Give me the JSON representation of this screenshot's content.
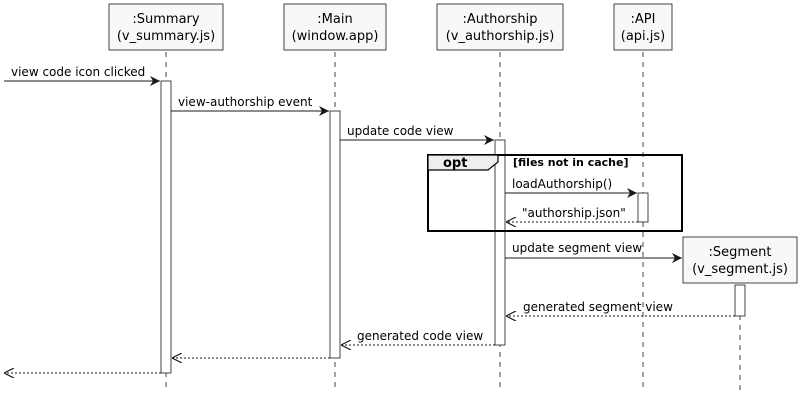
{
  "participants": {
    "summary": {
      "line1": ":Summary",
      "line2": "(v_summary.js)"
    },
    "main": {
      "line1": ":Main",
      "line2": "(window.app)"
    },
    "authorship": {
      "line1": ":Authorship",
      "line2": "(v_authorship.js)"
    },
    "api": {
      "line1": ":API",
      "line2": "(api.js)"
    },
    "segment": {
      "line1": ":Segment",
      "line2": "(v_segment.js)"
    }
  },
  "messages": {
    "view_code_icon_clicked": "view code icon clicked",
    "view_authorship_event": "view-authorship event",
    "update_code_view": "update code view",
    "load_authorship": "loadAuthorship()",
    "authorship_json": "\"authorship.json\"",
    "update_segment_view": "update segment view",
    "generated_segment_view": "generated segment view",
    "generated_code_view": "generated code view"
  },
  "opt_fragment": {
    "operator": "opt",
    "guard": "[files not in cache]"
  }
}
